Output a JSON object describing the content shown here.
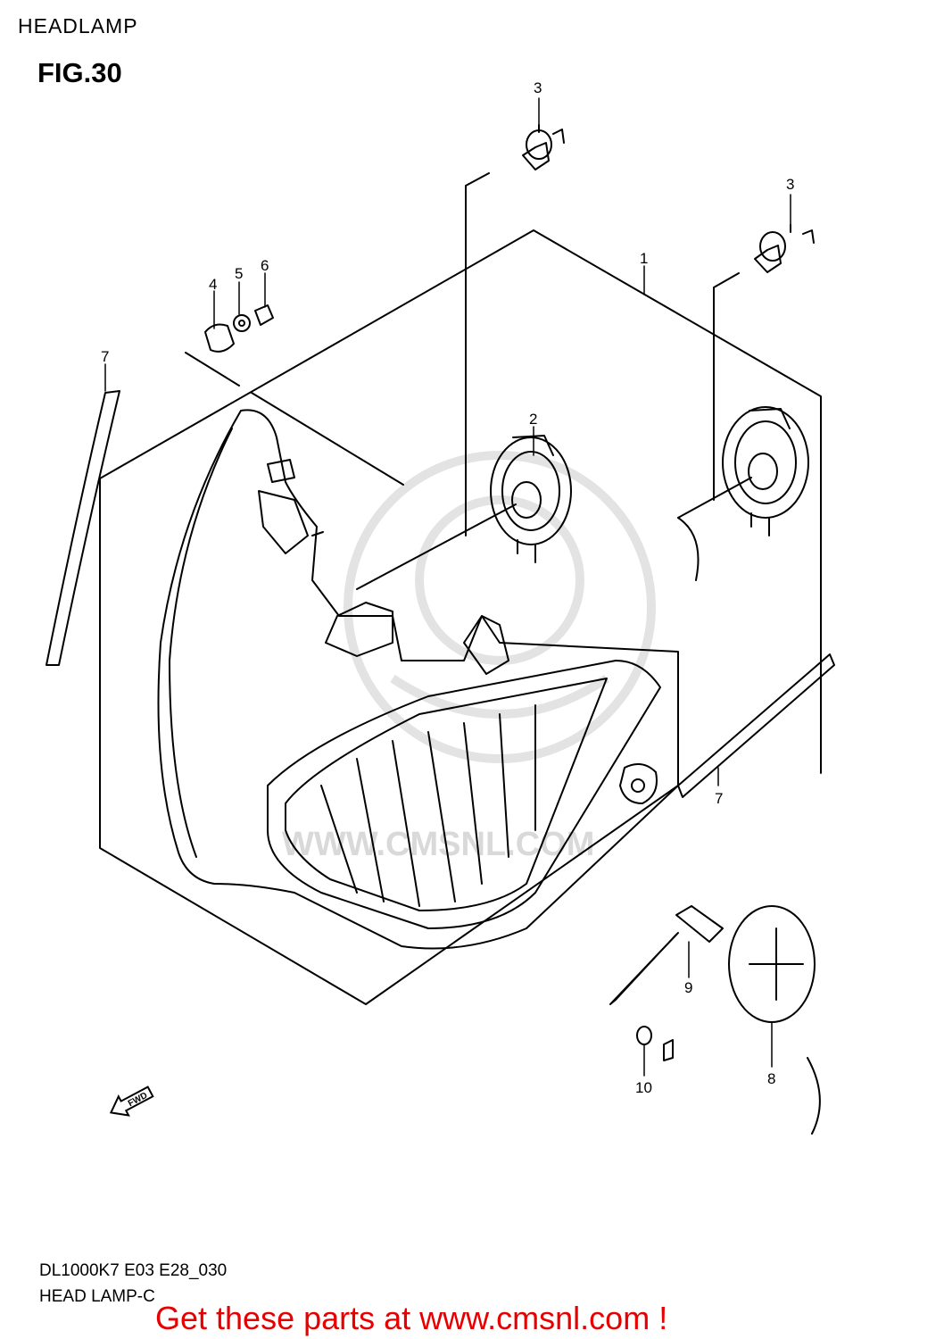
{
  "header": {
    "title": "HEADLAMP"
  },
  "figure": {
    "label": "FIG.30"
  },
  "callouts": [
    {
      "id": "1",
      "label": "1"
    },
    {
      "id": "2",
      "label": "2"
    },
    {
      "id": "3a",
      "label": "3"
    },
    {
      "id": "3b",
      "label": "3"
    },
    {
      "id": "4",
      "label": "4"
    },
    {
      "id": "5",
      "label": "5"
    },
    {
      "id": "6",
      "label": "6"
    },
    {
      "id": "7a",
      "label": "7"
    },
    {
      "id": "7b",
      "label": "7"
    },
    {
      "id": "8",
      "label": "8"
    },
    {
      "id": "9",
      "label": "9"
    },
    {
      "id": "10",
      "label": "10"
    }
  ],
  "fwd_arrow": {
    "label": "FWD"
  },
  "watermark": {
    "text": "WWW.CMSNL.COM"
  },
  "footer": {
    "code": "DL1000K7 E03 E28_030",
    "section": "HEAD LAMP-C",
    "cta": "Get these parts at www.cmsnl.com !"
  }
}
